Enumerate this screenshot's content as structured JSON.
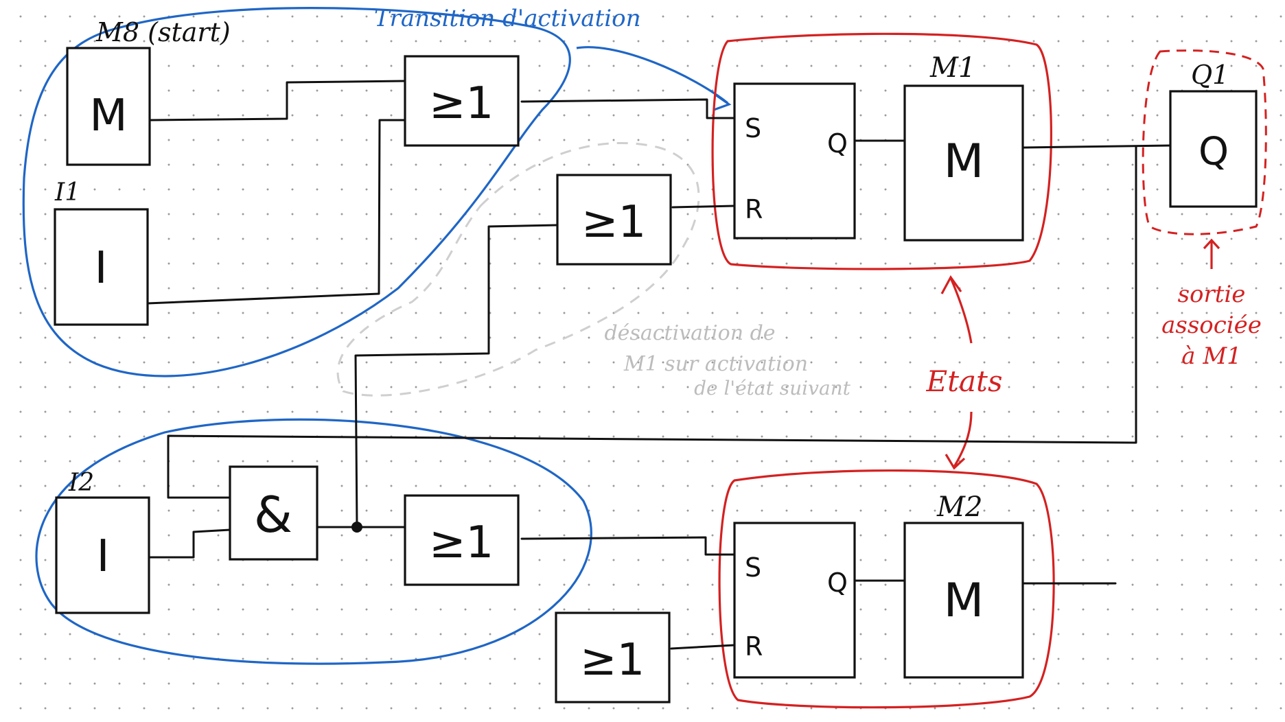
{
  "labels": {
    "m8": "M8 (start)",
    "i1": "I1",
    "m1": "M1",
    "q1": "Q1",
    "i2": "I2",
    "m2": "M2"
  },
  "blocks": {
    "m8_symbol": "M",
    "i1_symbol": "I",
    "i2_symbol": "I",
    "or_symbol": "≥1",
    "and_symbol": "&",
    "m_symbol": "M",
    "q_symbol": "Q",
    "s_port": "S",
    "r_port": "R",
    "q_port": "Q"
  },
  "annotations": {
    "transition": "Transition d'activation",
    "deactivation": [
      "désactivation de",
      "M1 sur activation",
      "de l'état suivant"
    ],
    "etats": "Etats",
    "sortie": [
      "sortie",
      "associée",
      "à M1"
    ]
  },
  "colors": {
    "ink": "#111111",
    "transition_blue": "#1f66c6",
    "state_red": "#d42121",
    "annotation_grey": "#bcbcbc"
  }
}
